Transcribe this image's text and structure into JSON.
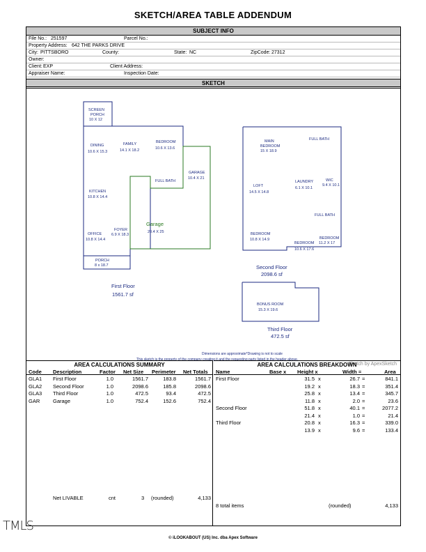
{
  "title": "SKETCH/AREA TABLE ADDENDUM",
  "subject": {
    "header": "SUBJECT INFO",
    "file_no_label": "File No.:",
    "file_no": "251597",
    "parcel_label": "Parcel No.:",
    "parcel": "",
    "address_label": "Property Address:",
    "address": "642 THE PARKS DRIVE",
    "city_label": "City:",
    "city": "PITTSBORO",
    "county_label": "County:",
    "county": "",
    "state_label": "State:",
    "state": "NC",
    "zip_label": "ZipCode:",
    "zip": "27312",
    "owner_label": "Owner:",
    "owner": "",
    "client_label": "Client:",
    "client": "EXP",
    "client_addr_label": "Client Address:",
    "client_addr": "",
    "appraiser_label": "Appraiser Name:",
    "appraiser": "",
    "inspection_label": "Inspection Date:",
    "inspection": ""
  },
  "sketch": {
    "header": "SKETCH",
    "rooms": {
      "screen_porch": [
        "SCREEN",
        "PORCH",
        "10 X 12"
      ],
      "dining": [
        "DINING",
        "10.6 X 15.3"
      ],
      "family": [
        "FAMILY",
        "14.1 X 18.2"
      ],
      "bedroom1": [
        "BEDROOM",
        "10.6 X 13.6"
      ],
      "full_bath1": [
        "FULL BATH"
      ],
      "garage_small": [
        "GARAGE",
        "10.4 X 21"
      ],
      "kitchen": [
        "KITCHEN",
        "10.8 X 14.4"
      ],
      "foyer": [
        "FOYER",
        "6.9 X 18.3"
      ],
      "office": [
        "OFFICE",
        "10.8 X 14.4"
      ],
      "porch": [
        "PORCH",
        "8 x 18.7"
      ],
      "garage": [
        "Garage",
        "20.4 X 25"
      ],
      "main_bedroom": [
        "MAIN",
        "BEDROOM",
        "15 X 18.9"
      ],
      "full_bath2": [
        "FULL BATH"
      ],
      "laundry": [
        "LAUNDRY",
        "6.1 X 10.1"
      ],
      "wic": [
        "WIC",
        "9.4 X 10.1"
      ],
      "loft": [
        "LOFT",
        "14.5 X 14.8"
      ],
      "full_bath3": [
        "FULL BATH"
      ],
      "bedroom2": [
        "BEDROOM",
        "10.8 X 14.9"
      ],
      "bedroom3": [
        "BEDROOM",
        "10.6 X 17.6"
      ],
      "bedroom4": [
        "BEDROOM",
        "11.2 X 17"
      ],
      "bonus_room": [
        "BONUS ROOM",
        "15.3 X 19.6"
      ]
    },
    "first_floor": [
      "First Floor",
      "1561.7 sf"
    ],
    "second_floor": [
      "Second Floor",
      "2098.6 sf"
    ],
    "third_floor": [
      "Third Floor",
      "472.5 sf"
    ],
    "note1": "Dimensions are approximate*Drawing is not to scale",
    "note2": "This sketch is the property of the company creating it and the requesting party listed in the header above.",
    "credit": "Sketch by ApexSketch"
  },
  "summary": {
    "header": "AREA CALCULATIONS SUMMARY",
    "columns": [
      "Code",
      "Description",
      "Factor",
      "Net Size",
      "Perimeter",
      "Net Totals"
    ],
    "rows": [
      [
        "GLA1",
        "First Floor",
        "1.0",
        "1561.7",
        "183.8",
        "1561.7"
      ],
      [
        "GLA2",
        "Second Floor",
        "1.0",
        "2098.6",
        "185.8",
        "2098.6"
      ],
      [
        "GLA3",
        "Third Floor",
        "1.0",
        "472.5",
        "93.4",
        "472.5"
      ],
      [
        "GAR",
        "Garage",
        "1.0",
        "752.4",
        "152.6",
        "752.4"
      ]
    ],
    "net_livable_label": "Net LIVABLE",
    "cnt_label": "cnt",
    "cnt": "3",
    "rounded_label": "(rounded)",
    "net_livable": "4,133"
  },
  "breakdown": {
    "header": "AREA CALCULATIONS BREAKDOWN",
    "columns": [
      "Name",
      "Base x",
      "Height x",
      "Width =",
      "Area"
    ],
    "rows": [
      [
        "First Floor",
        "31.5",
        "26.7",
        "841.1"
      ],
      [
        "",
        "19.2",
        "18.3",
        "351.4"
      ],
      [
        "",
        "25.8",
        "13.4",
        "345.7"
      ],
      [
        "",
        "11.8",
        "2.0",
        "23.6"
      ],
      [
        "Second Floor",
        "51.8",
        "40.1",
        "2077.2"
      ],
      [
        "",
        "21.4",
        "1.0",
        "21.4"
      ],
      [
        "Third Floor",
        "20.8",
        "16.3",
        "339.0"
      ],
      [
        "",
        "13.9",
        "9.6",
        "133.4"
      ]
    ],
    "x_sym": "x",
    "eq_sym": "=",
    "total_label": "8 total items",
    "rounded_label": "(rounded)",
    "total": "4,133"
  },
  "watermark": "TMLS",
  "footer": "© iLOOKABOUT (US) Inc. dba Apex Software"
}
